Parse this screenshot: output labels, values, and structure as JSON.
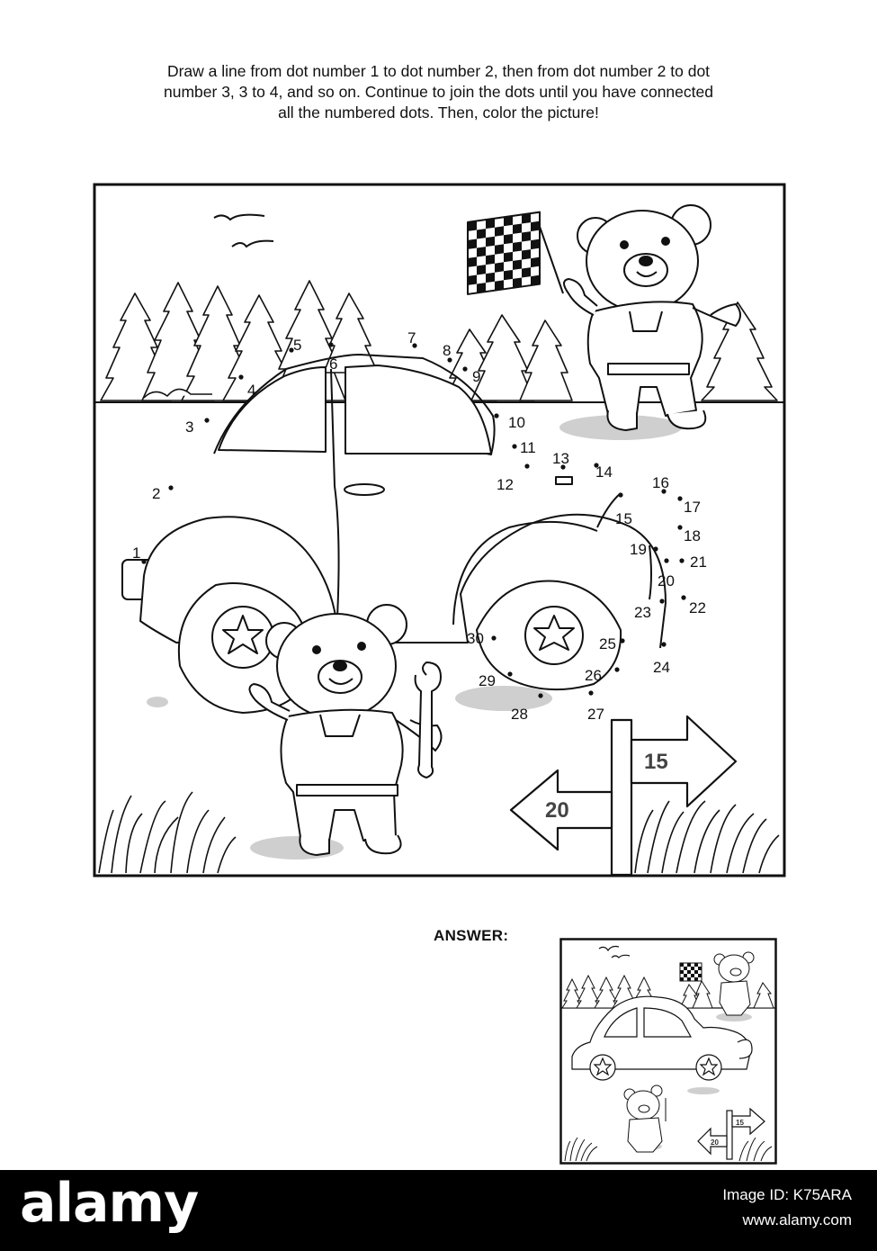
{
  "instructions": {
    "line1": "Draw a line from dot number 1 to dot number 2, then from dot number 2 to dot",
    "line2": "number 3, 3 to 4, and so on. Continue to join the dots until you have connected",
    "line3": "all the numbered dots. Then, color the picture!"
  },
  "puzzle": {
    "dots": [
      {
        "n": "1"
      },
      {
        "n": "2"
      },
      {
        "n": "3"
      },
      {
        "n": "4"
      },
      {
        "n": "5"
      },
      {
        "n": "6"
      },
      {
        "n": "7"
      },
      {
        "n": "8"
      },
      {
        "n": "9"
      },
      {
        "n": "10"
      },
      {
        "n": "11"
      },
      {
        "n": "12"
      },
      {
        "n": "13"
      },
      {
        "n": "14"
      },
      {
        "n": "15"
      },
      {
        "n": "16"
      },
      {
        "n": "17"
      },
      {
        "n": "18"
      },
      {
        "n": "19"
      },
      {
        "n": "20"
      },
      {
        "n": "21"
      },
      {
        "n": "22"
      },
      {
        "n": "23"
      },
      {
        "n": "24"
      },
      {
        "n": "25"
      },
      {
        "n": "26"
      },
      {
        "n": "27"
      },
      {
        "n": "28"
      },
      {
        "n": "29"
      },
      {
        "n": "30"
      }
    ],
    "signpost": {
      "right_sign": "15",
      "left_sign": "20"
    }
  },
  "answer": {
    "label": "ANSWER:",
    "signpost_right": "15",
    "signpost_left": "20"
  },
  "footer": {
    "logo_text": "alamy",
    "image_id": "Image ID: K75ARA",
    "url": "www.alamy.com"
  },
  "colors": {
    "line": "#111111",
    "shadow": "#cccccc",
    "grey_fill": "#dddddd",
    "footer_bg": "#000000"
  }
}
